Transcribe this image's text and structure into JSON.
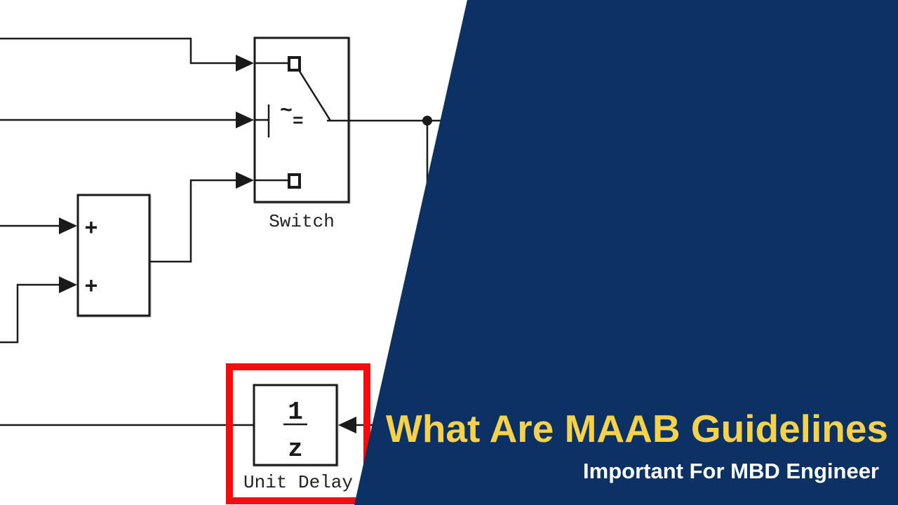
{
  "overlay": {
    "title": "What Are MAAB Guidelines",
    "subtitle": "Important For MBD Engineer",
    "colors": {
      "background": "#0C3163",
      "title": "#F4D24E",
      "subtitle": "#FFFFFF"
    }
  },
  "diagram": {
    "blocks": {
      "switch": {
        "label": "Switch",
        "criteria_tilde": "~",
        "criteria_equals": "="
      },
      "sum": {
        "sign_top": "+",
        "sign_bottom": "+"
      },
      "unit_delay": {
        "label": "Unit Delay",
        "numerator": "1",
        "denominator": "z"
      }
    },
    "highlight_color": "#F60C0C",
    "line_color": "#1A1A1A"
  }
}
